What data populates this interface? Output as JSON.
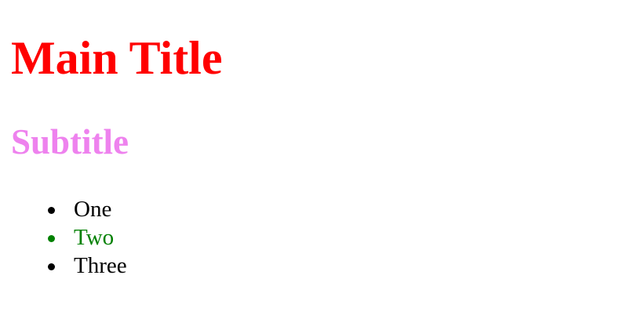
{
  "heading": {
    "text": "Main Title",
    "color": "#ff0000"
  },
  "subheading": {
    "text": "Subtitle",
    "color": "#ee82ee"
  },
  "list": {
    "items": [
      {
        "label": "One",
        "color": "#000000"
      },
      {
        "label": "Two",
        "color": "#008000"
      },
      {
        "label": "Three",
        "color": "#000000"
      }
    ]
  }
}
